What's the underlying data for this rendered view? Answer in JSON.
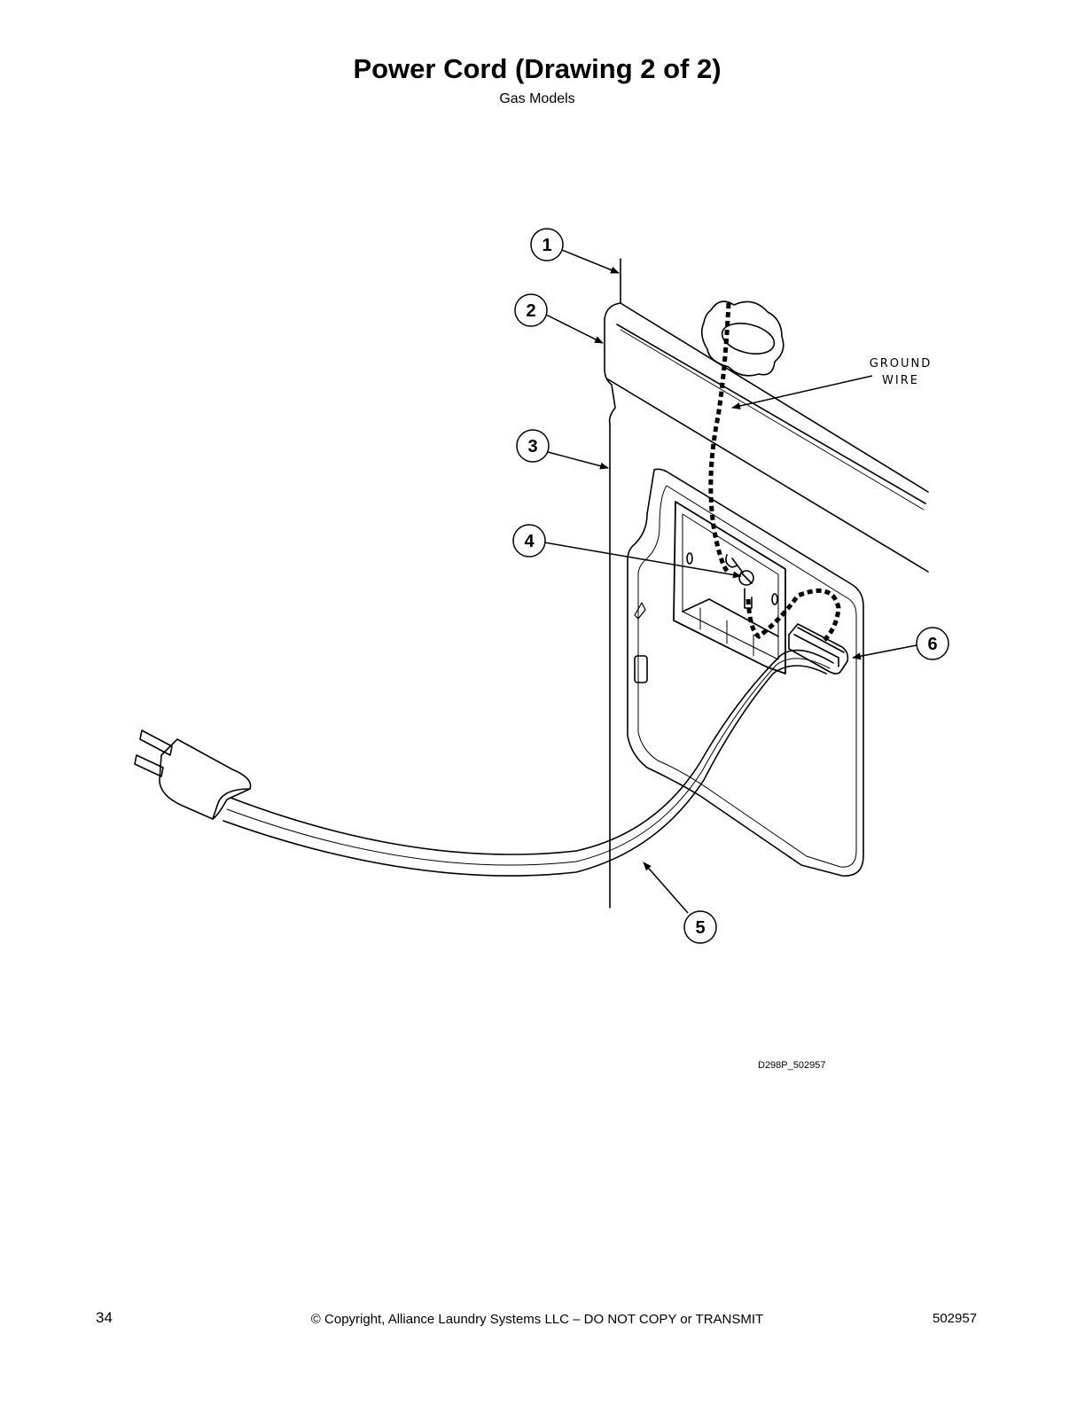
{
  "header": {
    "title": "Power Cord (Drawing 2 of 2)",
    "subtitle": "Gas Models"
  },
  "diagram": {
    "callouts": [
      "1",
      "2",
      "3",
      "4",
      "5",
      "6"
    ],
    "ground_label_line1": "GROUND",
    "ground_label_line2": "WIRE",
    "drawing_id": "D298P_502957"
  },
  "footer": {
    "page_number": "34",
    "copyright": "© Copyright, Alliance Laundry Systems LLC – DO NOT COPY or TRANSMIT",
    "doc_number": "502957"
  }
}
